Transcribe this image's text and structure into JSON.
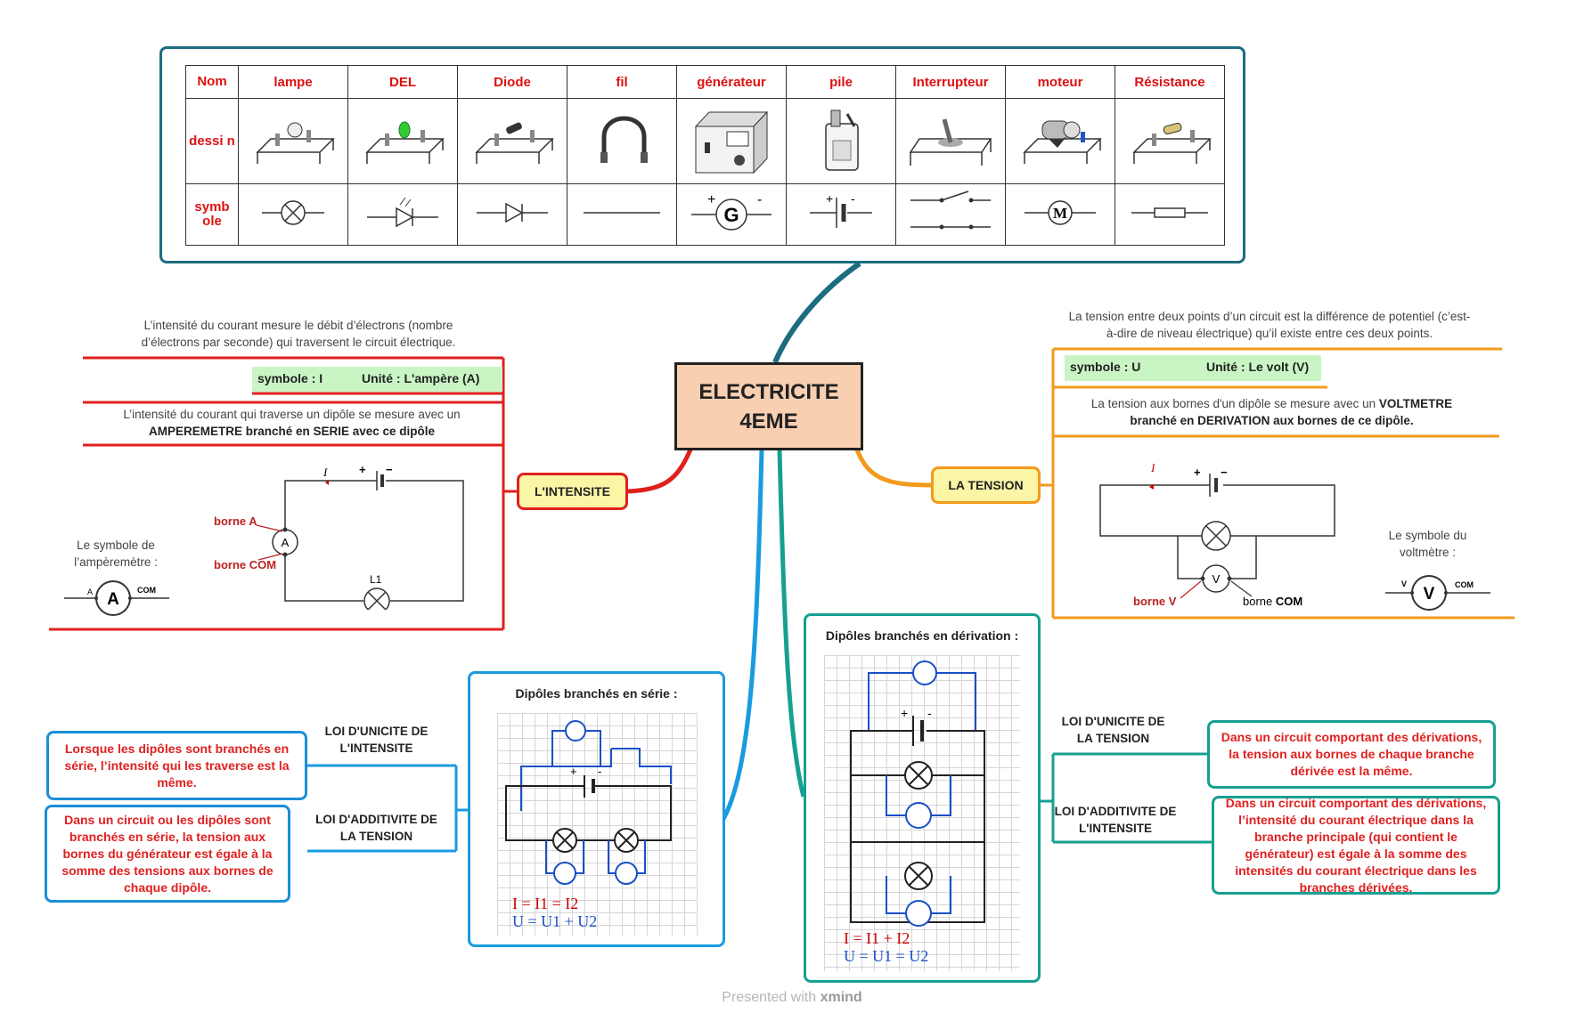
{
  "central_topic": {
    "line1": "ELECTRICITE",
    "line2": "4EME"
  },
  "components_table": {
    "row_labels": {
      "nom": "Nom",
      "dessin": "dessi n",
      "symbole": "symb ole"
    },
    "columns": [
      "lampe",
      "DEL",
      "Diode",
      "fil",
      "générateur",
      "pile",
      "Interrupteur",
      "moteur",
      "Résistance"
    ],
    "symbol_letters": {
      "generator": "G",
      "motor": "M",
      "plus": "+",
      "minus": "-"
    }
  },
  "intensite": {
    "topic": "L'INTENSITE",
    "definition": "L’intensité du courant mesure le débit d’électrons (nombre d’électrons par seconde) qui traversent le circuit électrique.",
    "symbole": "symbole  : I",
    "unite": "Unité : L'ampère (A)",
    "measure_text": "L’intensité du courant qui traverse un dipôle se mesure avec un",
    "measure_bold": "AMPEREMETRE branché en SERIE avec ce dipôle",
    "symbol_note": "Le symbole de l’ampèremètre :",
    "circuit": {
      "borne_a": "borne A",
      "borne_com": "borne COM",
      "meter": "A",
      "current": "I",
      "lamp": "L1",
      "plus": "+",
      "minus": "−"
    },
    "ammeter_symbol": {
      "left": "A",
      "letter": "A",
      "right": "COM"
    }
  },
  "tension": {
    "topic": "LA TENSION",
    "definition": "La tension entre deux points d’un circuit est la différence de potentiel (c’est-à-dire de niveau électrique) qu’il existe entre ces deux points.",
    "symbole": "symbole  : U",
    "unite": "Unité : Le volt (V)",
    "measure_text": "La tension aux bornes d'un dipôle se mesure avec un",
    "measure_bold1": "VOLTMETRE",
    "measure_bold2": "branché en DERIVATION aux bornes de ce dipôle.",
    "symbol_note": "Le symbole du voltmètre :",
    "circuit": {
      "borne_v": "borne V",
      "borne_com_prefix": "borne ",
      "borne_com_bold": "COM",
      "meter": "V",
      "current": "I",
      "plus": "+",
      "minus": "−"
    },
    "voltmeter_symbol": {
      "left": "V",
      "letter": "V",
      "right": "COM"
    }
  },
  "serie": {
    "title": "Dipôles branchés en série :",
    "law1_label": "LOI D'UNICITE DE L'INTENSITE",
    "law1_text": "Lorsque les dipôles sont branchés en série, l’intensité qui les traverse est la même.",
    "law2_label": "LOI D'ADDITIVITE DE LA TENSION",
    "law2_text": "Dans un circuit ou les dipôles sont branchés en série, la tension aux bornes du générateur est égale à la somme des tensions aux bornes de chaque dipôle.",
    "formula1": "I = I1 = I2",
    "formula2": "U = U1 + U2"
  },
  "derivation": {
    "title": "Dipôles branchés en dérivation :",
    "law1_label": "LOI D'UNICITE DE LA TENSION",
    "law1_text": "Dans un circuit comportant des dérivations, la tension aux bornes de chaque branche dérivée est la même.",
    "law2_label": "LOI D'ADDITIVITE DE L'INTENSITE",
    "law2_text": "Dans un circuit comportant des dérivations, l’intensité du courant électrique dans la branche principale (qui contient le générateur) est égale à la somme des intensités du courant électrique dans les branches dérivées.",
    "formula1": "I = I1 + I2",
    "formula2": "U = U1 = U2"
  },
  "footer": {
    "prefix": "Presented with ",
    "brand": "xmind"
  },
  "colors": {
    "red": "#e0201c",
    "orange": "#f29a1c",
    "blue": "#1a9be0",
    "teal": "#16a090",
    "dark_teal": "#1c6d80",
    "central_fill": "#f9cfb1",
    "topic_fill": "#fbf6a6"
  }
}
